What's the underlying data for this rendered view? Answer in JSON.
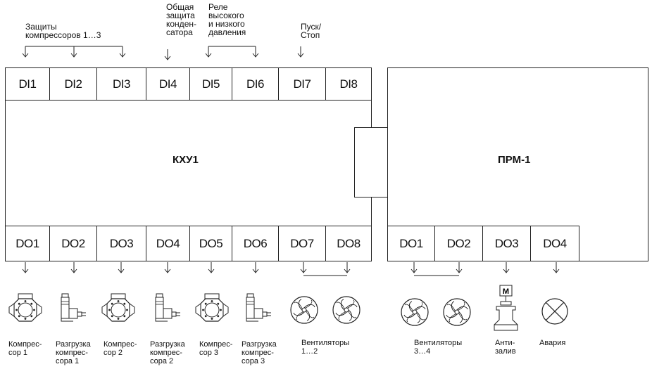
{
  "top_notes": {
    "protections": "Защиты\nкомпрессоров 1…3",
    "condenser": "Общая\nзащита\nконден-\nсатора",
    "relay": "Реле\nвысокого\nи низкого\nдавления",
    "startstop": "Пуск/\nСтоп"
  },
  "kxu": {
    "title": "КХУ1",
    "di": [
      "DI1",
      "DI2",
      "DI3",
      "DI4",
      "DI5",
      "DI6",
      "DI7",
      "DI8"
    ],
    "do": [
      "DO1",
      "DO2",
      "DO3",
      "DO4",
      "DO5",
      "DO6",
      "DO7",
      "DO8"
    ]
  },
  "prm": {
    "title": "ПРМ-1",
    "do": [
      "DO1",
      "DO2",
      "DO3",
      "DO4"
    ]
  },
  "devices": {
    "comp1": "Компрес-\nсор 1",
    "unload1": "Разгрузка\nкомпрес-\nсора 1",
    "comp2": "Компрес-\nсор 2",
    "unload2": "Разгрузка\nкомпрес-\nсора 2",
    "comp3": "Компрес-\nсор 3",
    "unload3": "Разгрузка\nкомпрес-\nсора 3",
    "fans12": "Вентиляторы\n1…2",
    "fans34": "Вентиляторы\n3…4",
    "antifreeze": "Анти-\nзалив",
    "alarm": "Авария",
    "valve_letter": "M"
  }
}
